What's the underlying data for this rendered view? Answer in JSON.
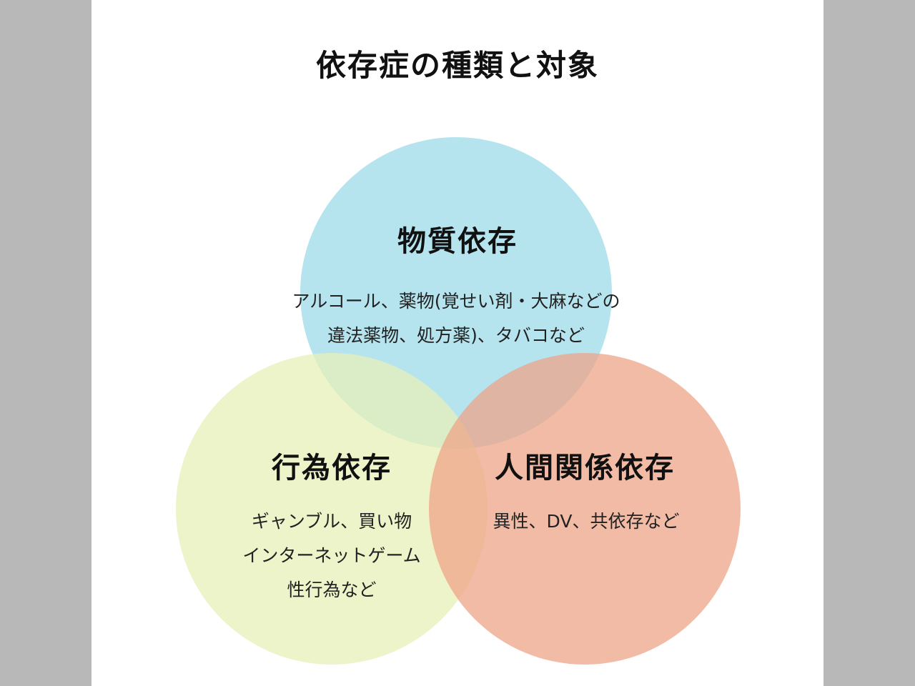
{
  "title": "依存症の種類と対象",
  "colors": {
    "background": "#b8b8b8",
    "panel": "#ffffff",
    "substance": "#a8dfec",
    "behavior": "#e8f0b8",
    "relationship": "#eea488"
  },
  "categories": [
    {
      "heading": "物質依存",
      "lines": [
        "アルコール、薬物(覚せい剤・大麻などの",
        "違法薬物、処方薬)、タバコなど"
      ]
    },
    {
      "heading": "行為依存",
      "lines": [
        "ギャンブル、買い物",
        "インターネットゲーム",
        "性行為など"
      ]
    },
    {
      "heading": "人間関係依存",
      "lines": [
        "異性、DV、共依存など"
      ]
    }
  ]
}
